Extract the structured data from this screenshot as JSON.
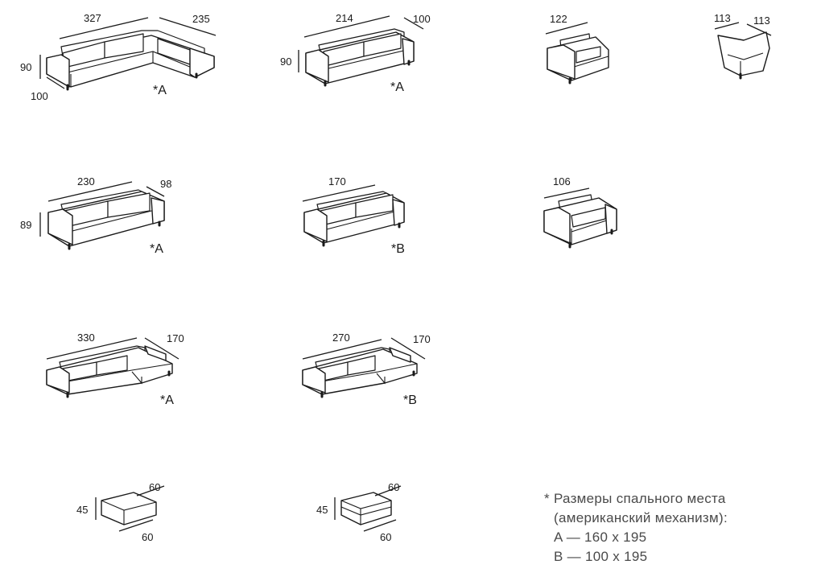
{
  "models": [
    {
      "id": "corner-sofa",
      "dims": [
        "327",
        "235",
        "90",
        "100"
      ],
      "bed": "*A"
    },
    {
      "id": "sofa-214",
      "dims": [
        "214",
        "100",
        "90"
      ],
      "bed": "*A"
    },
    {
      "id": "armchair-module",
      "dims": [
        "122"
      ]
    },
    {
      "id": "corner-module",
      "dims": [
        "113",
        "113"
      ]
    },
    {
      "id": "sofa-230",
      "dims": [
        "230",
        "98",
        "89"
      ],
      "bed": "*A"
    },
    {
      "id": "sofa-170",
      "dims": [
        "170"
      ],
      "bed": "*B"
    },
    {
      "id": "armchair",
      "dims": [
        "106"
      ]
    },
    {
      "id": "chaise-330",
      "dims": [
        "330",
        "170"
      ],
      "bed": "*A"
    },
    {
      "id": "chaise-270",
      "dims": [
        "270",
        "170"
      ],
      "bed": "*B"
    },
    {
      "id": "pouf-1",
      "dims": [
        "45",
        "60",
        "60"
      ]
    },
    {
      "id": "pouf-2",
      "dims": [
        "45",
        "60",
        "60"
      ]
    }
  ],
  "note": {
    "line1": "* Размеры спального места",
    "line2": "(американский механизм):",
    "line3": "A — 160 x 195",
    "line4": "B — 100 x 195"
  }
}
